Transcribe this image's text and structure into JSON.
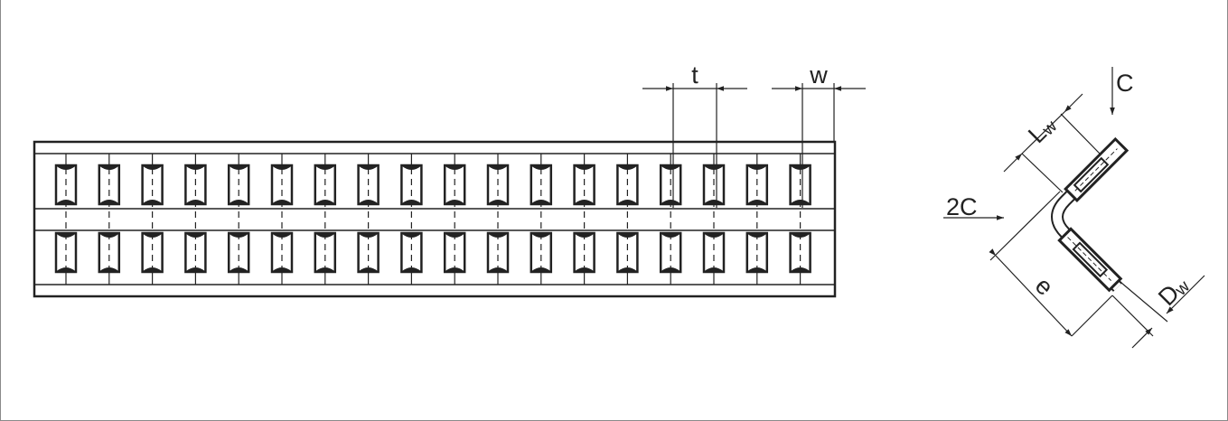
{
  "labels": {
    "pitch": "t",
    "width": "w",
    "weld_length_main": "L",
    "weld_length_sub": "w",
    "load_vertical": "C",
    "load_horizontal": "2C",
    "spacing": "e",
    "diameter_main": "D",
    "diameter_sub": "w"
  },
  "colors": {
    "line": "#222222",
    "frame": "#8a8a8a",
    "background": "#ffffff"
  }
}
